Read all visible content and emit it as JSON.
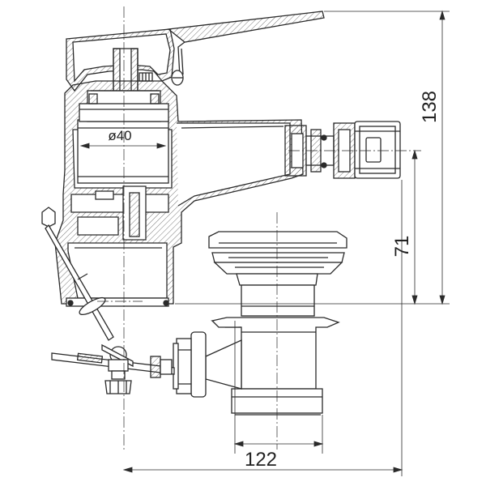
{
  "drawing": {
    "dimensions": {
      "height_total": "138",
      "height_outlet": "71",
      "width_total": "122",
      "diameter_cartridge": "ø40"
    },
    "colors": {
      "line": "#2a2a2a",
      "hatch": "#555555",
      "background": "#ffffff"
    }
  }
}
